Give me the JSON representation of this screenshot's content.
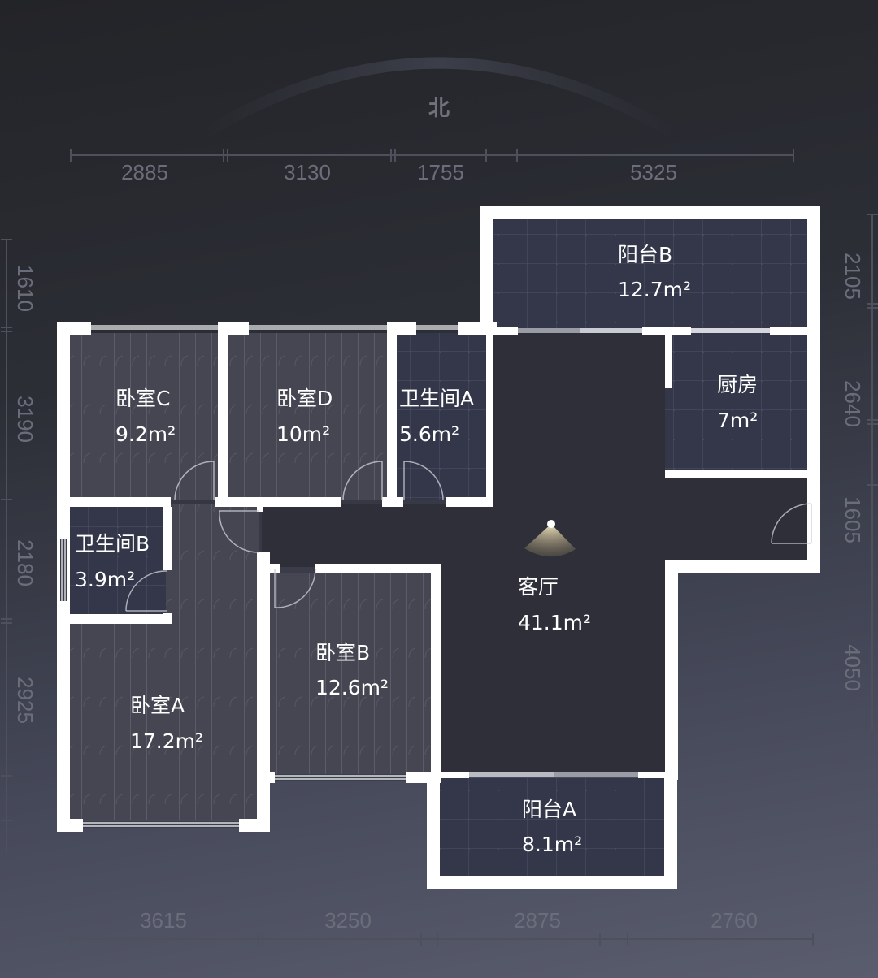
{
  "compass": {
    "label": "北"
  },
  "dimensions": {
    "top": [
      "2885",
      "3130",
      "1755",
      "5325"
    ],
    "bottom": [
      "3615",
      "3250",
      "2875",
      "2760"
    ],
    "left": [
      "1610",
      "3190",
      "2180",
      "2925"
    ],
    "right": [
      "2105",
      "2640",
      "1605",
      "4050"
    ]
  },
  "rooms": [
    {
      "id": "bedroom-c",
      "name": "卧室C",
      "area": "9.2m²",
      "floor": "wood"
    },
    {
      "id": "bedroom-d",
      "name": "卧室D",
      "area": "10m²",
      "floor": "wood"
    },
    {
      "id": "bathroom-a",
      "name": "卫生间A",
      "area": "5.6m²",
      "floor": "tile"
    },
    {
      "id": "balcony-b",
      "name": "阳台B",
      "area": "12.7m²",
      "floor": "tile"
    },
    {
      "id": "kitchen",
      "name": "厨房",
      "area": "7m²",
      "floor": "tile"
    },
    {
      "id": "bathroom-b",
      "name": "卫生间B",
      "area": "3.9m²",
      "floor": "tile"
    },
    {
      "id": "living-room",
      "name": "客厅",
      "area": "41.1m²",
      "floor": "plain"
    },
    {
      "id": "bedroom-b",
      "name": "卧室B",
      "area": "12.6m²",
      "floor": "wood"
    },
    {
      "id": "bedroom-a",
      "name": "卧室A",
      "area": "17.2m²",
      "floor": "wood"
    },
    {
      "id": "balcony-a",
      "name": "阳台A",
      "area": "8.1m²",
      "floor": "tile"
    }
  ],
  "colors": {
    "wood_floor": "#454652",
    "tile_floor": "#333749",
    "living_floor": "#2e2f38",
    "wall": "#ffffff",
    "viewpoint": "#d8c9a0"
  }
}
